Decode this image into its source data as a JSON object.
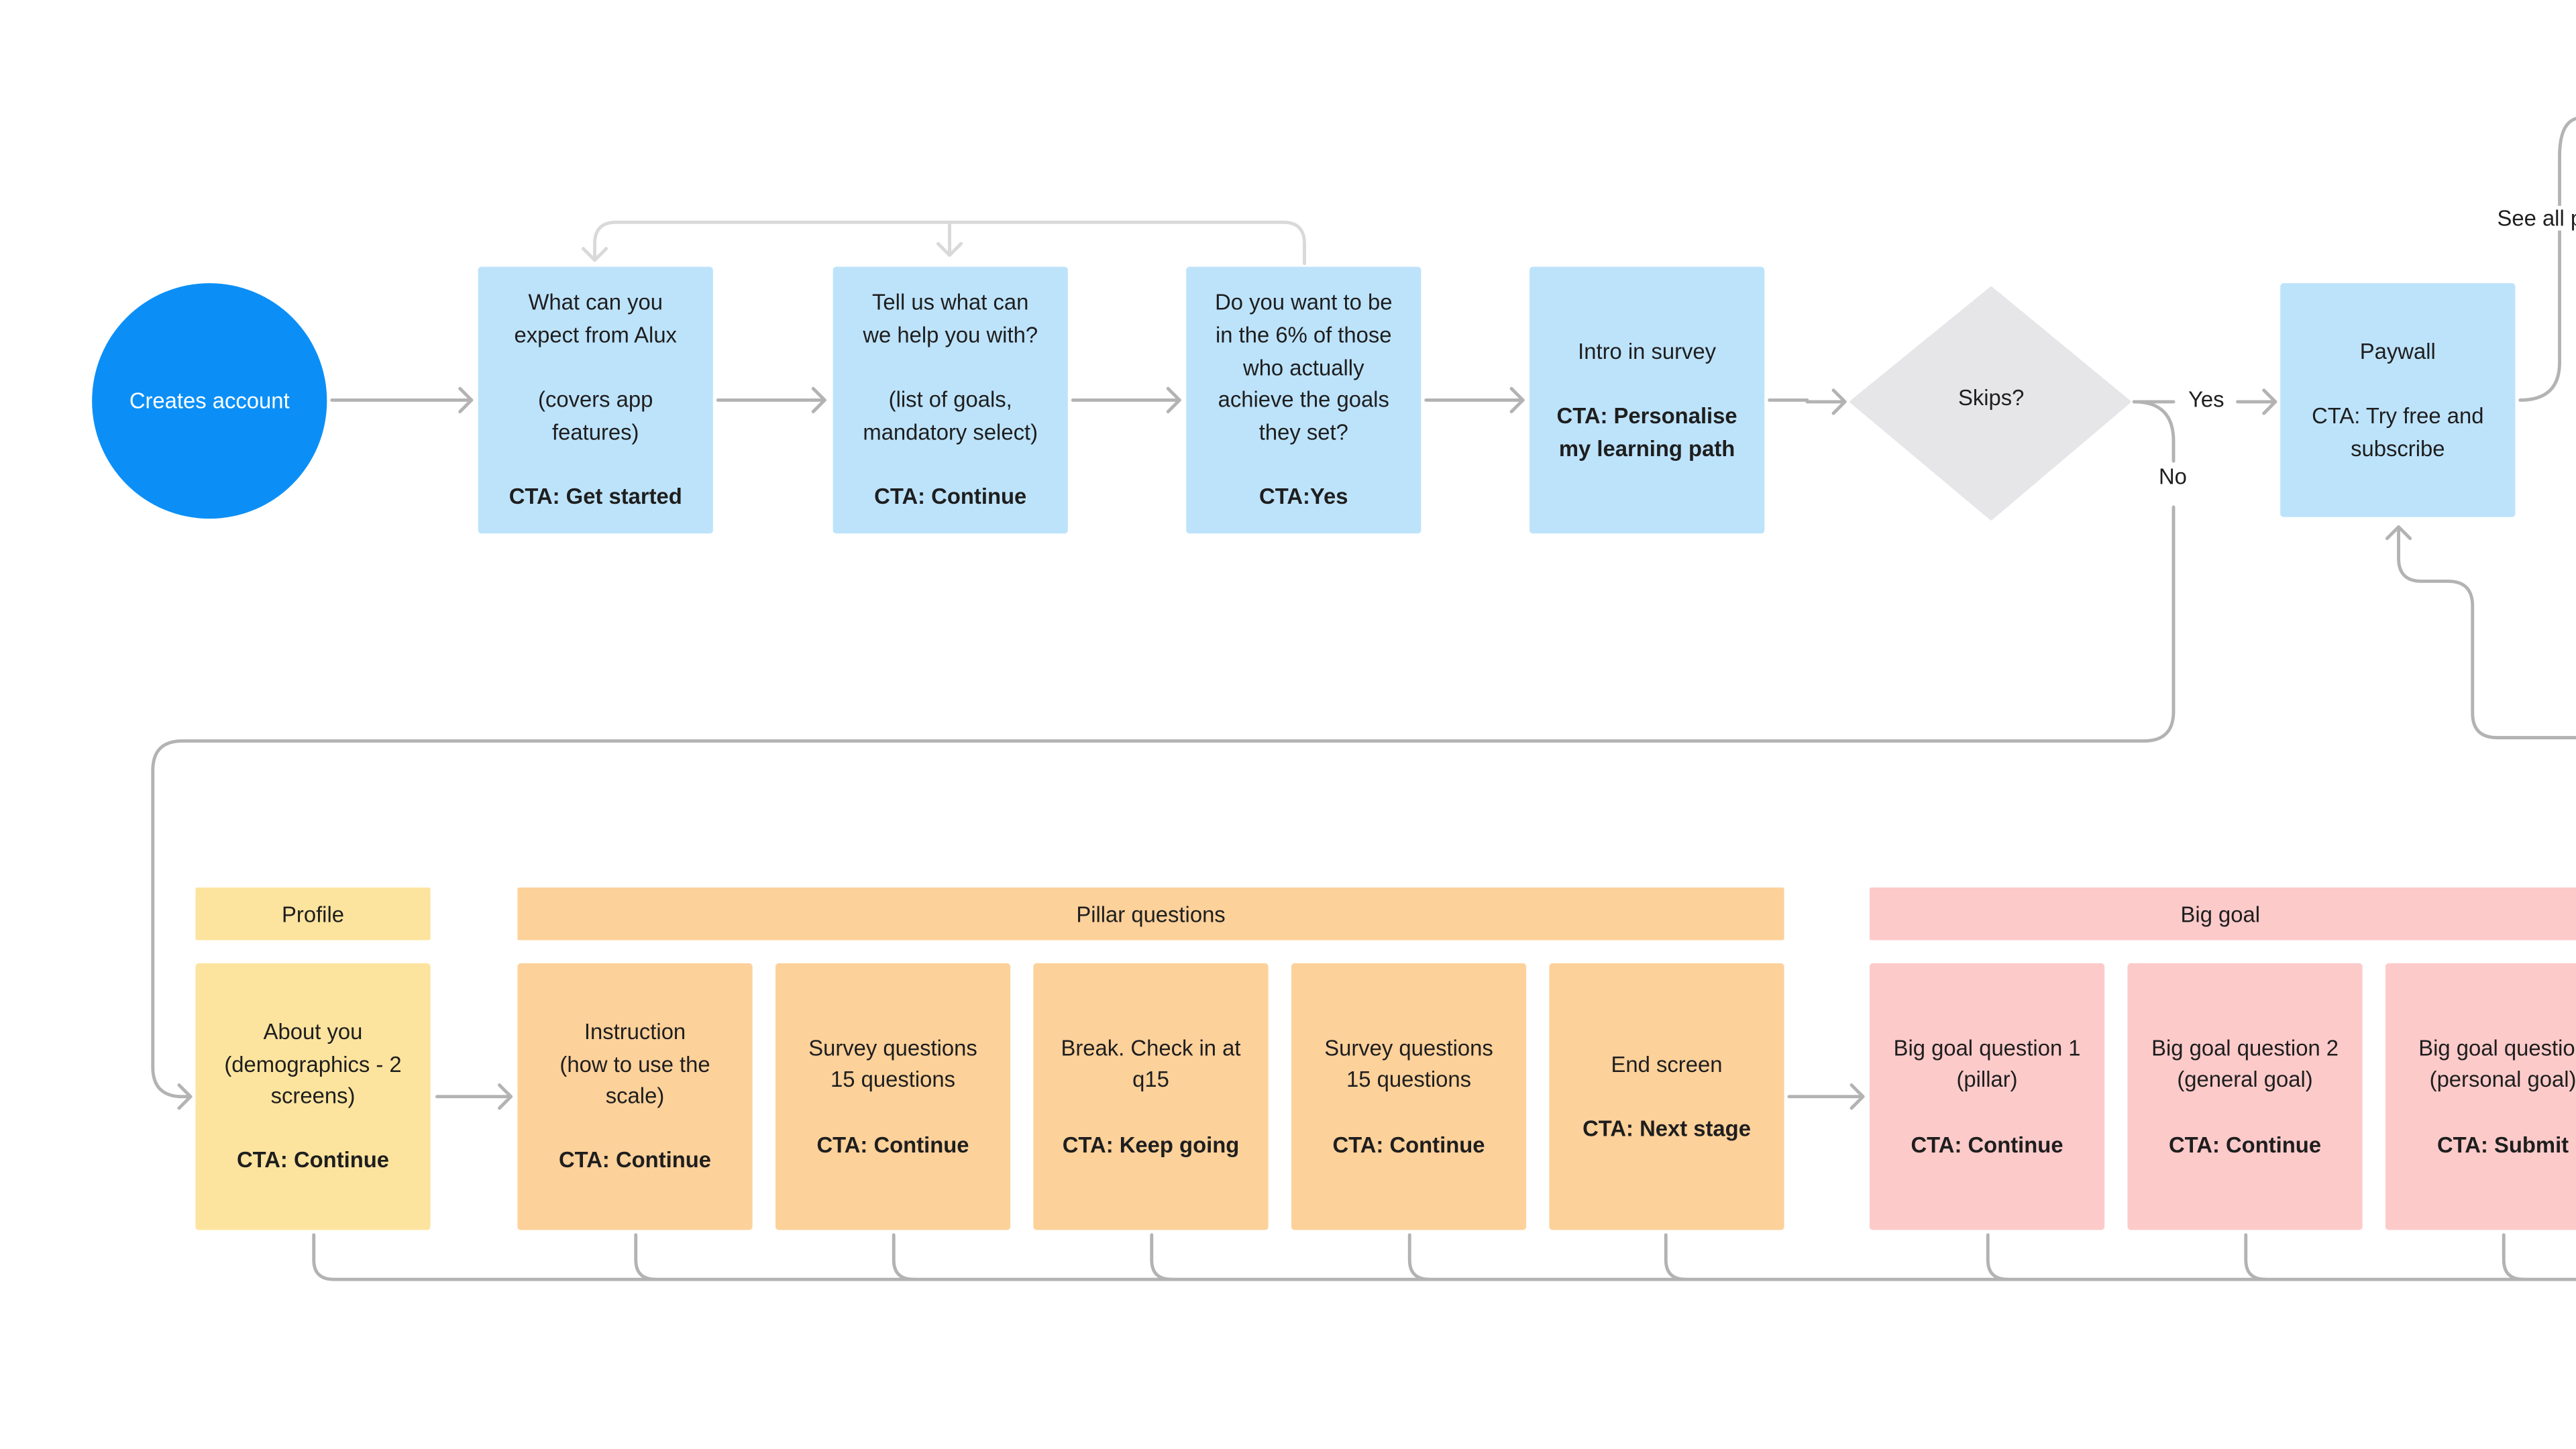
{
  "start": {
    "label": "Creates account"
  },
  "top_flow": [
    {
      "text": "What can you\nexpect from Alux\n\n(covers app\nfeatures)",
      "cta": "CTA: Get started"
    },
    {
      "text": "Tell us what can\nwe help you with?\n\n(list of goals,\nmandatory select)",
      "cta": "CTA: Continue"
    },
    {
      "text": "Do you want to be\nin the 6% of those\nwho actually\nachieve the goals\nthey set?",
      "cta": "CTA:Yes"
    },
    {
      "text": "Intro in survey",
      "cta": "CTA: Personalise\nmy learning path"
    }
  ],
  "decision": {
    "label": "Skips?",
    "yes": "Yes",
    "no": "No"
  },
  "paywall": {
    "text": "Paywall",
    "cta_line": "CTA: Try free and\nsubscribe"
  },
  "see_all_label": "See all p",
  "groups": {
    "profile": {
      "header": "Profile",
      "cards": [
        {
          "text": "About you\n(demographics - 2\nscreens)",
          "cta": "CTA: Continue"
        }
      ]
    },
    "pillar": {
      "header": "Pillar questions",
      "cards": [
        {
          "text": "Instruction\n(how to use the\nscale)",
          "cta": "CTA: Continue"
        },
        {
          "text": "Survey questions\n15 questions",
          "cta": "CTA: Continue"
        },
        {
          "text": "Break. Check in at\nq15",
          "cta": "CTA: Keep going"
        },
        {
          "text": "Survey questions\n15 questions",
          "cta": "CTA: Continue"
        },
        {
          "text": "End screen",
          "cta": "CTA: Next stage"
        }
      ]
    },
    "big_goal": {
      "header": "Big goal",
      "cards": [
        {
          "text": "Big goal question 1\n(pillar)",
          "cta": "CTA: Continue"
        },
        {
          "text": "Big goal question 2\n(general goal)",
          "cta": "CTA: Continue"
        },
        {
          "text": "Big goal question\n(personal goal)",
          "cta": "CTA: Submit"
        }
      ]
    }
  },
  "colors": {
    "start": "#0b8ff7",
    "intro_cards": "#bde3fb",
    "decision": "#e6e6e9",
    "profile": "#fde49e",
    "pillar": "#fdd19a",
    "big_goal": "#fdcaca",
    "connector": "#b3b3b3"
  }
}
